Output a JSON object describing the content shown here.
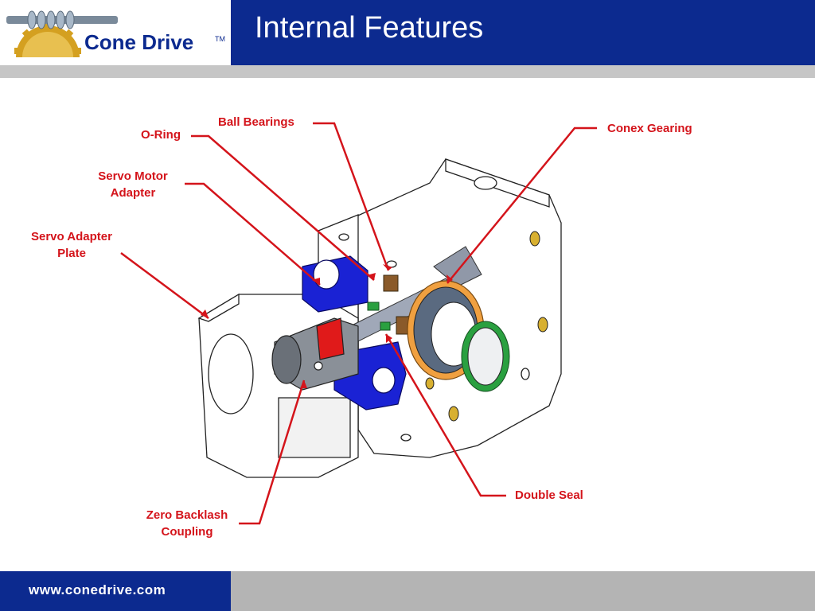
{
  "header": {
    "title": "Internal Features",
    "logo_text": "Cone Drive",
    "logo_tm": "TM"
  },
  "callouts": {
    "ball_bearings": "Ball Bearings",
    "o_ring": "O-Ring",
    "conex_gearing": "Conex Gearing",
    "servo_motor_adapter_line1": "Servo Motor",
    "servo_motor_adapter_line2": "Adapter",
    "servo_adapter_plate_line1": "Servo Adapter",
    "servo_adapter_plate_line2": "Plate",
    "double_seal": "Double Seal",
    "zero_backlash_coupling_line1": "Zero Backlash",
    "zero_backlash_coupling_line2": "Coupling"
  },
  "footer": {
    "url": "www.conedrive.com"
  },
  "colors": {
    "brand_blue": "#0c2a8f",
    "callout_red": "#d4141b",
    "header_rule_gray": "#c6c6c6",
    "footer_gray": "#b4b4b4",
    "adapter_blue": "#1a22d4",
    "coupling_red": "#e01a1a",
    "seal_orange": "#f0a040",
    "seal_green": "#2aa040",
    "gear_gold": "#c8a030"
  }
}
